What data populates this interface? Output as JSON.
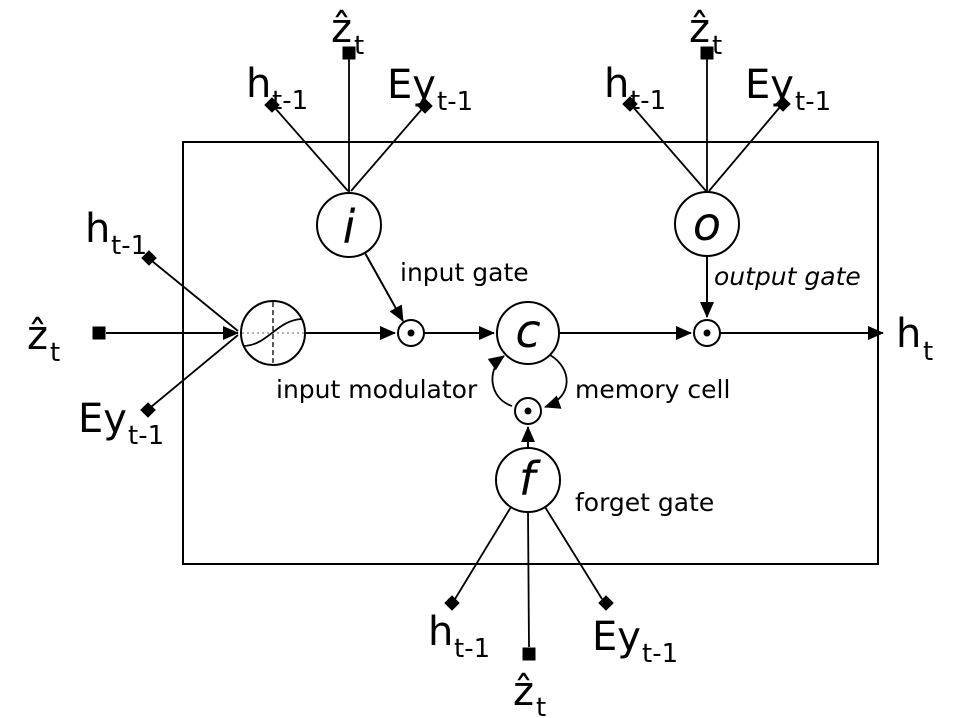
{
  "symbols": {
    "z_t": {
      "main": "ẑ",
      "sub": "t"
    },
    "h_prev": {
      "main": "h",
      "sub": "t-1"
    },
    "Ey_prev": {
      "main": "Ey",
      "sub": "t-1"
    },
    "h_t": {
      "main": "h",
      "sub": "t"
    }
  },
  "gates": {
    "input": {
      "symbol": "i",
      "caption": "input gate"
    },
    "output": {
      "symbol": "o",
      "caption": "output gate"
    },
    "forget": {
      "symbol": "f",
      "caption": "forget gate"
    },
    "memory_cell": {
      "symbol": "c",
      "caption": "memory cell"
    },
    "input_modulator": {
      "caption": "input modulator"
    }
  },
  "colors": {
    "stroke": "#000000",
    "background": "#ffffff",
    "guide_dotted": "#999999"
  }
}
